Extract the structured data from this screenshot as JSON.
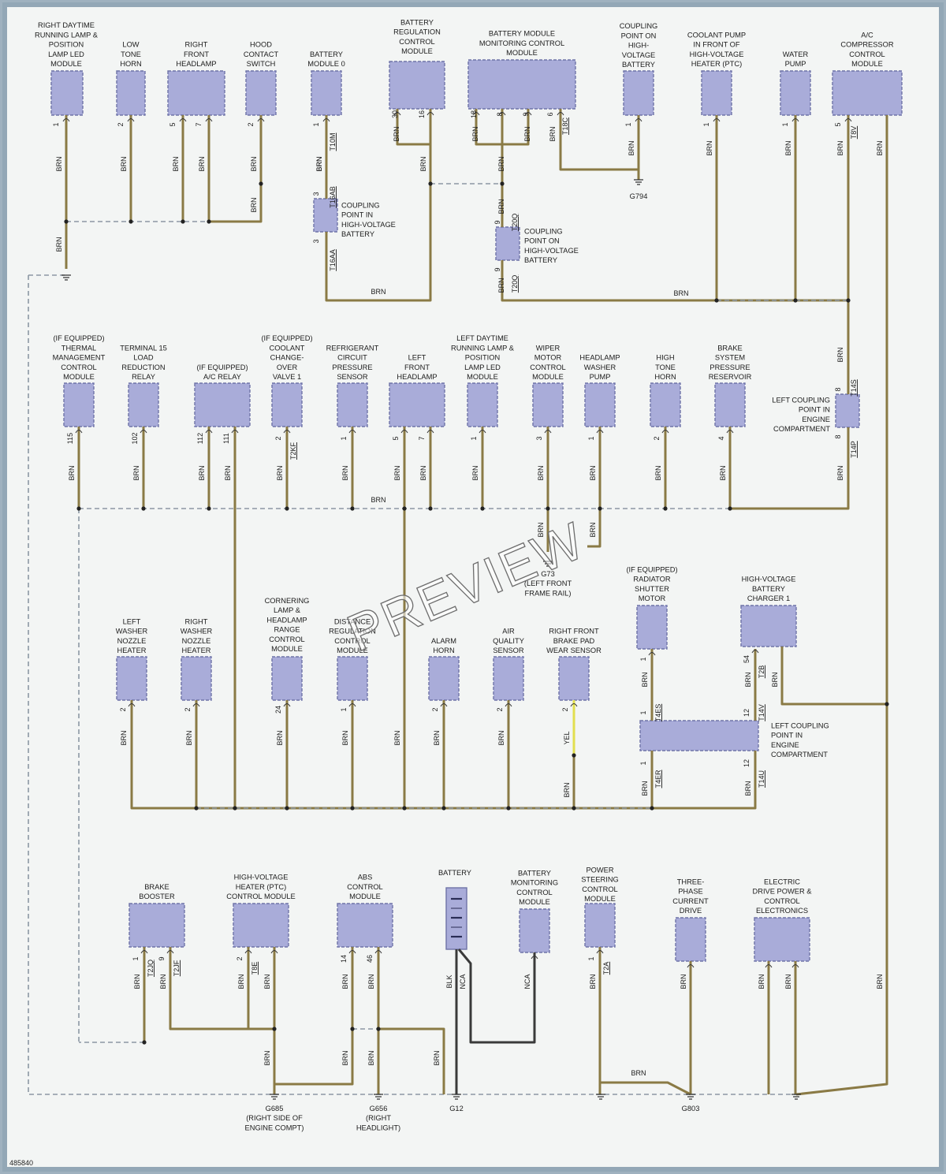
{
  "doc_id": "485840",
  "watermark": "PREVIEW",
  "colors": {
    "panel": "#f3f5f4",
    "border": "#93a7b6",
    "module_fill": "#a9acd9",
    "module_stroke": "#6f74a8",
    "brn_wire": "#8a7a45",
    "yel_wire": "#e2df4e",
    "blk_wire": "#3a3a3a",
    "dashed_ground": "#8c97a3",
    "text": "#1c1c1c"
  },
  "components": [
    {
      "id": "c1",
      "lines": [
        "RIGHT DAYTIME",
        "RUNNING LAMP &",
        "POSITION",
        "LAMP LED",
        "MODULE"
      ]
    },
    {
      "id": "c2",
      "lines": [
        "LOW",
        "TONE",
        "HORN"
      ]
    },
    {
      "id": "c3",
      "lines": [
        "RIGHT",
        "FRONT",
        "HEADLAMP"
      ]
    },
    {
      "id": "c4",
      "lines": [
        "HOOD",
        "CONTACT",
        "SWITCH"
      ]
    },
    {
      "id": "c5",
      "lines": [
        "BATTERY",
        "MODULE 0"
      ]
    },
    {
      "id": "c6",
      "lines": [
        "BATTERY",
        "REGULATION",
        "CONTROL",
        "MODULE"
      ]
    },
    {
      "id": "c7",
      "lines": [
        "BATTERY MODULE",
        "MONITORING CONTROL",
        "MODULE"
      ]
    },
    {
      "id": "c8",
      "lines": [
        "COUPLING",
        "POINT ON",
        "HIGH-",
        "VOLTAGE",
        "BATTERY"
      ]
    },
    {
      "id": "c9",
      "lines": [
        "COOLANT PUMP",
        "IN FRONT OF",
        "HIGH-VOLTAGE",
        "HEATER (PTC)"
      ]
    },
    {
      "id": "c10",
      "lines": [
        "WATER",
        "PUMP"
      ]
    },
    {
      "id": "c11",
      "lines": [
        "A/C",
        "COMPRESSOR",
        "CONTROL",
        "MODULE"
      ]
    },
    {
      "id": "c12",
      "lines": [
        "COUPLING",
        "POINT IN",
        "HIGH-VOLTAGE",
        "BATTERY"
      ]
    },
    {
      "id": "c13",
      "lines": [
        "COUPLING",
        "POINT ON",
        "HIGH-VOLTAGE",
        "BATTERY"
      ]
    },
    {
      "id": "c14",
      "lines": [
        "(IF EQUIPPED)",
        "THERMAL",
        "MANAGEMENT",
        "CONTROL",
        "MODULE"
      ]
    },
    {
      "id": "c15",
      "lines": [
        "TERMINAL 15",
        "LOAD",
        "REDUCTION",
        "RELAY"
      ]
    },
    {
      "id": "c16",
      "lines": [
        "(IF EQUIPPED)",
        "A/C RELAY"
      ]
    },
    {
      "id": "c17",
      "lines": [
        "(IF EQUIPPED)",
        "COOLANT",
        "CHANGE-",
        "OVER",
        "VALVE 1"
      ]
    },
    {
      "id": "c18",
      "lines": [
        "REFRIGERANT",
        "CIRCUIT",
        "PRESSURE",
        "SENSOR"
      ]
    },
    {
      "id": "c19",
      "lines": [
        "LEFT",
        "FRONT",
        "HEADLAMP"
      ]
    },
    {
      "id": "c20",
      "lines": [
        "LEFT DAYTIME",
        "RUNNING LAMP &",
        "POSITION",
        "LAMP LED",
        "MODULE"
      ]
    },
    {
      "id": "c21",
      "lines": [
        "WIPER",
        "MOTOR",
        "CONTROL",
        "MODULE"
      ]
    },
    {
      "id": "c22",
      "lines": [
        "HEADLAMP",
        "WASHER",
        "PUMP"
      ]
    },
    {
      "id": "c23",
      "lines": [
        "HIGH",
        "TONE",
        "HORN"
      ]
    },
    {
      "id": "c24",
      "lines": [
        "BRAKE",
        "SYSTEM",
        "PRESSURE",
        "RESERVOIR"
      ]
    },
    {
      "id": "c25",
      "lines": [
        "LEFT COUPLING",
        "POINT IN",
        "ENGINE",
        "COMPARTMENT"
      ]
    },
    {
      "id": "c26",
      "lines": [
        "(IF EQUIPPED)",
        "RADIATOR",
        "SHUTTER",
        "MOTOR"
      ]
    },
    {
      "id": "c27",
      "lines": [
        "HIGH-VOLTAGE",
        "BATTERY",
        "CHARGER 1"
      ]
    },
    {
      "id": "c28",
      "lines": [
        "LEFT",
        "WASHER",
        "NOZZLE",
        "HEATER"
      ]
    },
    {
      "id": "c29",
      "lines": [
        "RIGHT",
        "WASHER",
        "NOZZLE",
        "HEATER"
      ]
    },
    {
      "id": "c30",
      "lines": [
        "CORNERING",
        "LAMP &",
        "HEADLAMP",
        "RANGE",
        "CONTROL",
        "MODULE"
      ]
    },
    {
      "id": "c31",
      "lines": [
        "DISTANCE",
        "REGULATION",
        "CONTROL",
        "MODULE"
      ]
    },
    {
      "id": "c32",
      "lines": [
        "ALARM",
        "HORN"
      ]
    },
    {
      "id": "c33",
      "lines": [
        "AIR",
        "QUALITY",
        "SENSOR"
      ]
    },
    {
      "id": "c34",
      "lines": [
        "RIGHT FRONT",
        "BRAKE PAD",
        "WEAR SENSOR"
      ]
    },
    {
      "id": "c35",
      "lines": [
        "LEFT COUPLING",
        "POINT IN",
        "ENGINE",
        "COMPARTMENT"
      ]
    },
    {
      "id": "c36",
      "lines": [
        "BRAKE",
        "BOOSTER"
      ]
    },
    {
      "id": "c37",
      "lines": [
        "HIGH-VOLTAGE",
        "HEATER (PTC)",
        "CONTROL MODULE"
      ]
    },
    {
      "id": "c38",
      "lines": [
        "ABS",
        "CONTROL",
        "MODULE"
      ]
    },
    {
      "id": "c39",
      "lines": [
        "BATTERY"
      ]
    },
    {
      "id": "c40",
      "lines": [
        "BATTERY",
        "MONITORING",
        "CONTROL",
        "MODULE"
      ]
    },
    {
      "id": "c41",
      "lines": [
        "POWER",
        "STEERING",
        "CONTROL",
        "MODULE"
      ]
    },
    {
      "id": "c42",
      "lines": [
        "THREE-",
        "PHASE",
        "CURRENT",
        "DRIVE"
      ]
    },
    {
      "id": "c43",
      "lines": [
        "ELECTRIC",
        "DRIVE POWER &",
        "CONTROL",
        "ELECTRONICS"
      ]
    }
  ],
  "grounds": [
    {
      "id": "g1",
      "lines": [
        "G794"
      ]
    },
    {
      "id": "g2",
      "lines": [
        "G73",
        "(LEFT FRONT",
        "FRAME RAIL)"
      ]
    },
    {
      "id": "g3",
      "lines": [
        "G685",
        "(RIGHT SIDE OF",
        "ENGINE COMPT)"
      ]
    },
    {
      "id": "g4",
      "lines": [
        "G656",
        "(RIGHT",
        "HEADLIGHT)"
      ]
    },
    {
      "id": "g5",
      "lines": [
        "G12"
      ]
    },
    {
      "id": "g6",
      "lines": [
        "G803"
      ]
    }
  ],
  "pins": {
    "p_c1": "1",
    "p_c2": "2",
    "p_c3a": "5",
    "p_c3b": "7",
    "p_c4": "2",
    "p_c5": "1",
    "p_c6a": "30",
    "p_c6b": "16",
    "p_c7a": "18",
    "p_c7b": "8",
    "p_c7c": "9",
    "p_c7d": "6",
    "p_c8": "1",
    "p_c9": "1",
    "p_c10": "1",
    "p_c11a": "5",
    "p_c12a": "3",
    "p_c12b": "3",
    "p_c13a": "9",
    "p_c13b": "9",
    "p_c14": "115",
    "p_c15": "102",
    "p_c16a": "112",
    "p_c16b": "111",
    "p_c17": "2",
    "p_c18": "1",
    "p_c19a": "5",
    "p_c19b": "7",
    "p_c20": "1",
    "p_c21": "3",
    "p_c22": "1",
    "p_c23": "2",
    "p_c24": "4",
    "p_c25a": "8",
    "p_c25b": "8",
    "p_c26": "1",
    "p_c27": "54",
    "p_c28": "2",
    "p_c29": "2",
    "p_c30": "24",
    "p_c31": "1",
    "p_c32": "2",
    "p_c33": "2",
    "p_c34": "2",
    "p_c35a": "1",
    "p_c35b": "12",
    "p_c35c": "1",
    "p_c35d": "12",
    "p_c36a": "1",
    "p_c36b": "9",
    "p_c37a": "2",
    "p_c38a": "14",
    "p_c38b": "46",
    "p_c41": "1"
  },
  "connectors": {
    "k1": "T10M",
    "k2": "T16AB",
    "k3": "T16AA",
    "k4": "T18C",
    "k5": "T20Q",
    "k6": "T20Q",
    "k7": "T8V",
    "k8": "T14S",
    "k9": "T14P",
    "k10": "T2KF",
    "k11": "T4ES",
    "k12": "T14V",
    "k13": "T2B",
    "k14": "T4ER",
    "k15": "T14U",
    "k16": "T2JQ",
    "k17": "T2JF",
    "k18": "T8E",
    "k19": "T2A"
  },
  "wire_labels": {
    "brn": "BRN",
    "yel": "YEL",
    "blk": "BLK",
    "nca": "NCA"
  }
}
